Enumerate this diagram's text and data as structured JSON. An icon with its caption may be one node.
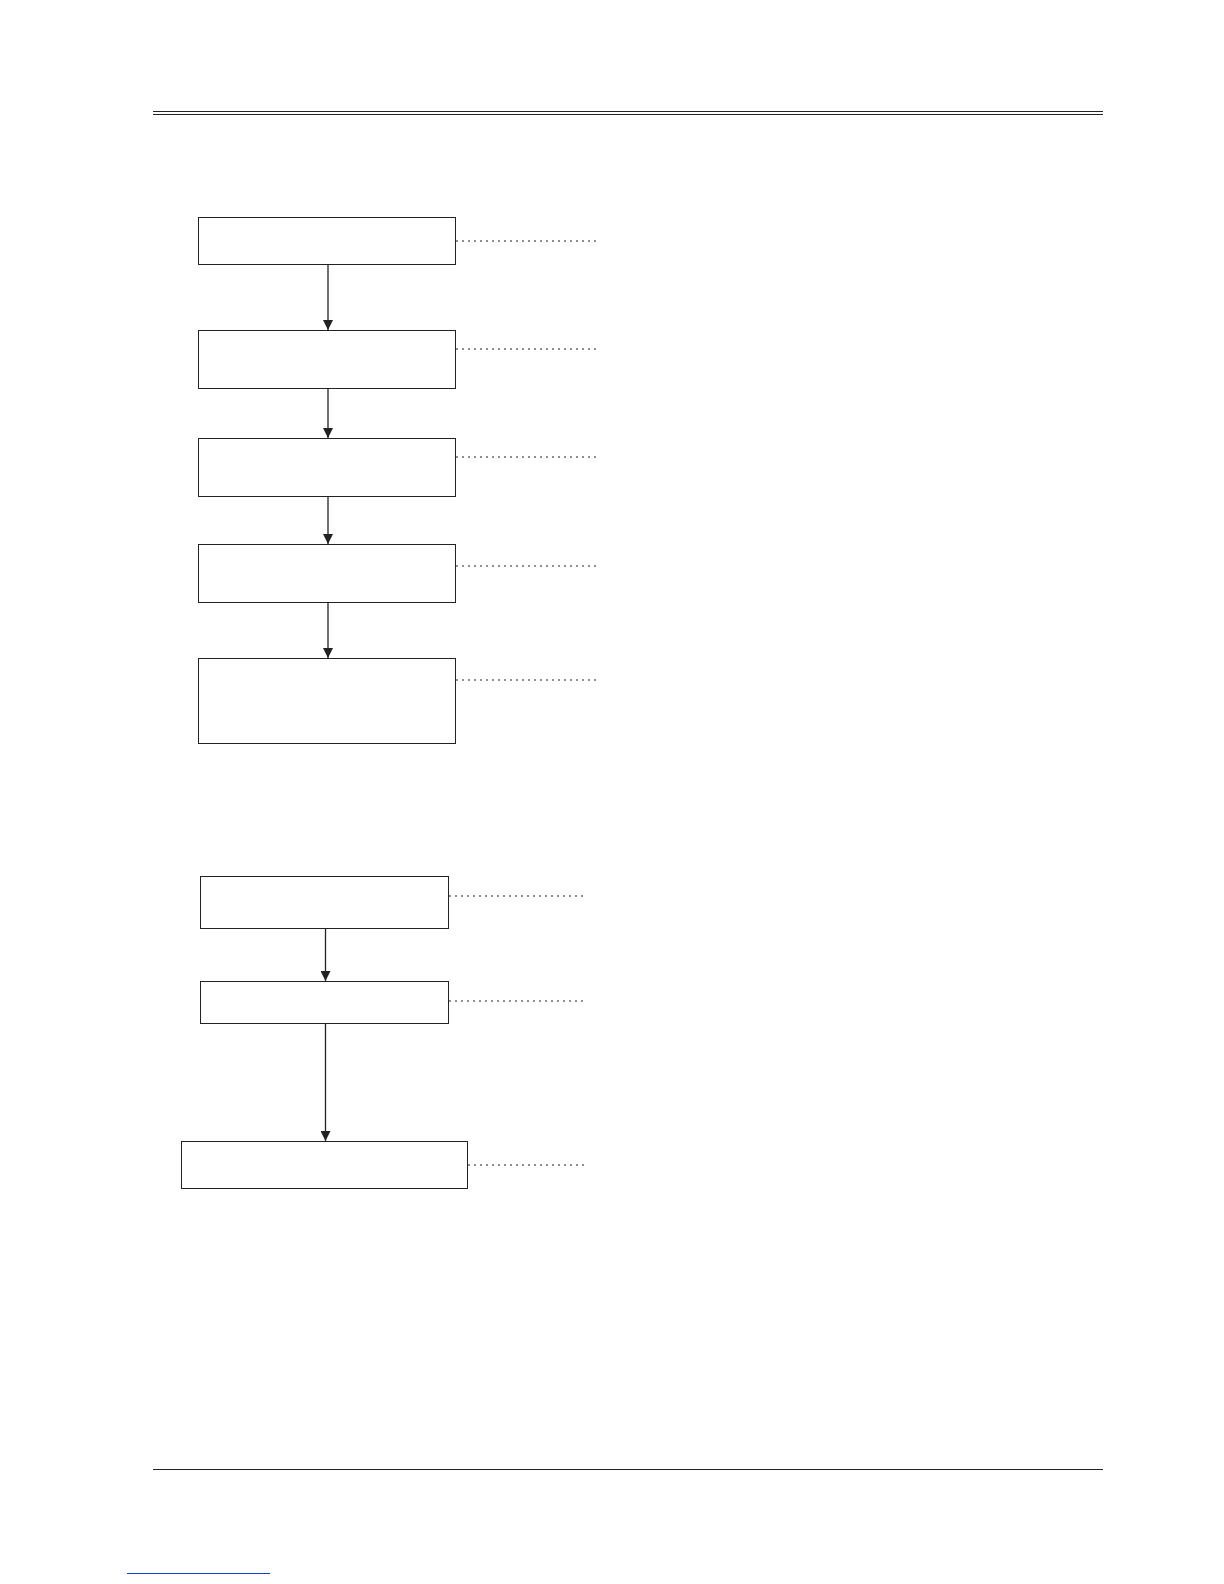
{
  "diagram": {
    "nodes": [
      {
        "text": [],
        "shape": "box"
      },
      {
        "text": [],
        "shape": "box"
      },
      {
        "text": [],
        "shape": "box"
      },
      {
        "text": [],
        "shape": "box"
      },
      {
        "text": [],
        "shape": "box"
      },
      {
        "text": [],
        "shape": "box"
      },
      {
        "text": [],
        "shape": "box"
      },
      {
        "text": [],
        "shape": "box"
      }
    ],
    "edges": [
      {
        "from": 0,
        "to": 1,
        "arrow": "to"
      },
      {
        "from": 1,
        "to": 2,
        "arrow": "to"
      },
      {
        "from": 2,
        "to": 3,
        "arrow": "to"
      },
      {
        "from": 3,
        "to": 4,
        "arrow": "to"
      },
      {
        "from": 5,
        "to": 6,
        "arrow": "to"
      },
      {
        "from": 6,
        "to": 7,
        "arrow": "to"
      },
      {
        "from": 0,
        "to": null,
        "arrow": "none",
        "style": "dashed"
      },
      {
        "from": 1,
        "to": null,
        "arrow": "none",
        "style": "dashed"
      },
      {
        "from": 2,
        "to": null,
        "arrow": "none",
        "style": "dashed"
      },
      {
        "from": 3,
        "to": null,
        "arrow": "none",
        "style": "dashed"
      },
      {
        "from": 4,
        "to": null,
        "arrow": "none",
        "style": "dashed"
      },
      {
        "from": 5,
        "to": null,
        "arrow": "none",
        "style": "dashed"
      },
      {
        "from": 6,
        "to": null,
        "arrow": "none",
        "style": "dashed"
      },
      {
        "from": 7,
        "to": null,
        "arrow": "none",
        "style": "dashed"
      }
    ]
  }
}
